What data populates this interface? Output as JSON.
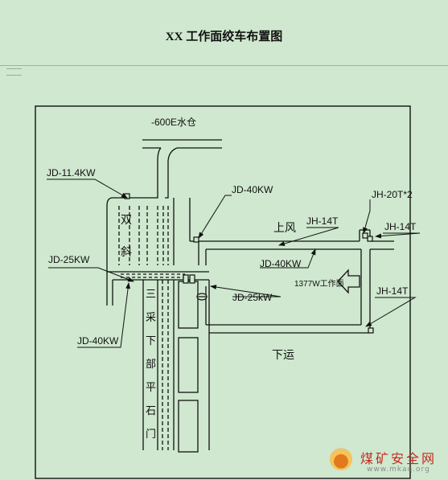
{
  "title": "XX 工作面绞车布置图",
  "labels": {
    "level": "-600E水仓",
    "jd_11_4": "JD-11.4KW",
    "jd_40_top": "JD-40KW",
    "jh_20t": "JH-20T*2",
    "jh_14_a": "JH-14T",
    "jh_14_b": "JH-14T",
    "jh_14_c": "JH-14T",
    "upper_wind": "上风",
    "jd_40_mid": "JD-40KW",
    "jd_25_left": "JD-25KW",
    "jd_25_right": "JD-25kW",
    "face_1377": "1377W工作面",
    "jd_40_left": "JD-40KW",
    "lower_transport": "下运",
    "shuang": "双",
    "xie": "斜",
    "vert_chars": [
      "三",
      "采",
      "下",
      "部",
      "平",
      "石",
      "门"
    ]
  },
  "watermark": {
    "brand": "煤矿安全网",
    "url": "www.mkaq.org"
  }
}
